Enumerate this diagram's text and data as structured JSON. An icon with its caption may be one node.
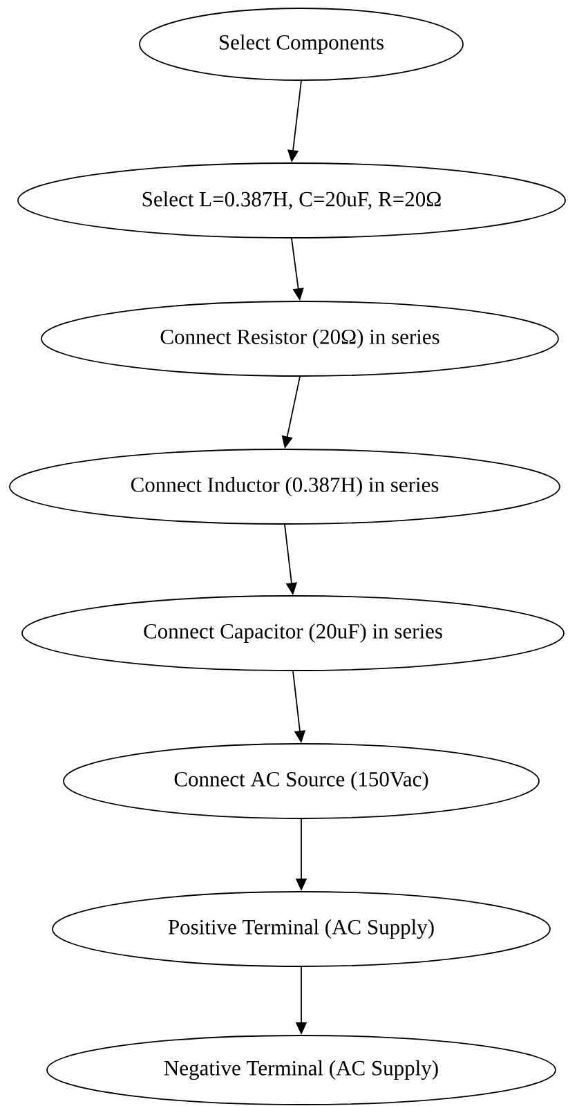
{
  "diagram": {
    "nodes": [
      {
        "text": [
          "Select Components"
        ]
      },
      {
        "text": [
          "Select L=0.387H, C=20uF, R=20Ω"
        ]
      },
      {
        "text": [
          "Connect Resistor (20Ω) in series"
        ]
      },
      {
        "text": [
          "Connect Inductor (0.387H) in series"
        ]
      },
      {
        "text": [
          "Connect Capacitor (20uF) in series"
        ]
      },
      {
        "text": [
          "Connect AC Source (150Vac)"
        ]
      },
      {
        "text": [
          "Positive Terminal (AC Supply)"
        ]
      },
      {
        "text": [
          "Negative Terminal (AC Supply)"
        ]
      }
    ],
    "edges": [
      {
        "from": 0,
        "to": 1,
        "arrow": "to"
      },
      {
        "from": 1,
        "to": 2,
        "arrow": "to"
      },
      {
        "from": 2,
        "to": 3,
        "arrow": "to"
      },
      {
        "from": 3,
        "to": 4,
        "arrow": "to"
      },
      {
        "from": 4,
        "to": 5,
        "arrow": "to"
      },
      {
        "from": 5,
        "to": 6,
        "arrow": "to"
      },
      {
        "from": 6,
        "to": 7,
        "arrow": "to"
      }
    ]
  }
}
